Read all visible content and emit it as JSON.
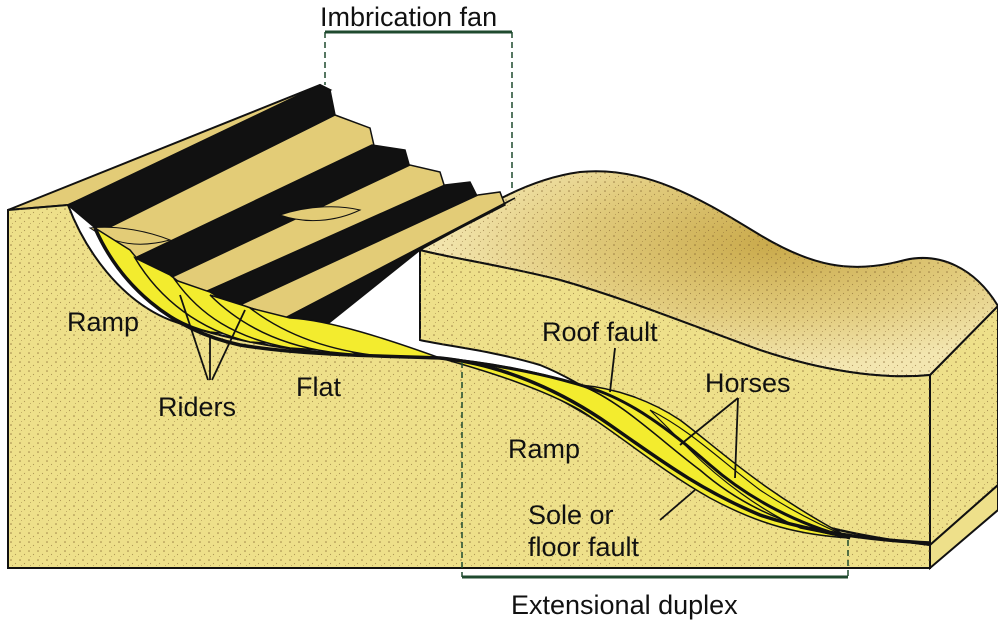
{
  "labels": {
    "imbrication_fan": "Imbrication fan",
    "ramp_left": "Ramp",
    "riders": "Riders",
    "flat": "Flat",
    "roof_fault": "Roof fault",
    "horses": "Horses",
    "ramp_right": "Ramp",
    "sole_line1": "Sole or",
    "sole_line2": "floor fault",
    "extensional_duplex": "Extensional duplex"
  },
  "colors": {
    "block_fill": "#EEE08A",
    "surface_fill": "#E3CC77",
    "fault_slice": "#F3EC2E",
    "black_face": "#111111",
    "bracket": "#1F4A2F",
    "outline": "#111111"
  }
}
